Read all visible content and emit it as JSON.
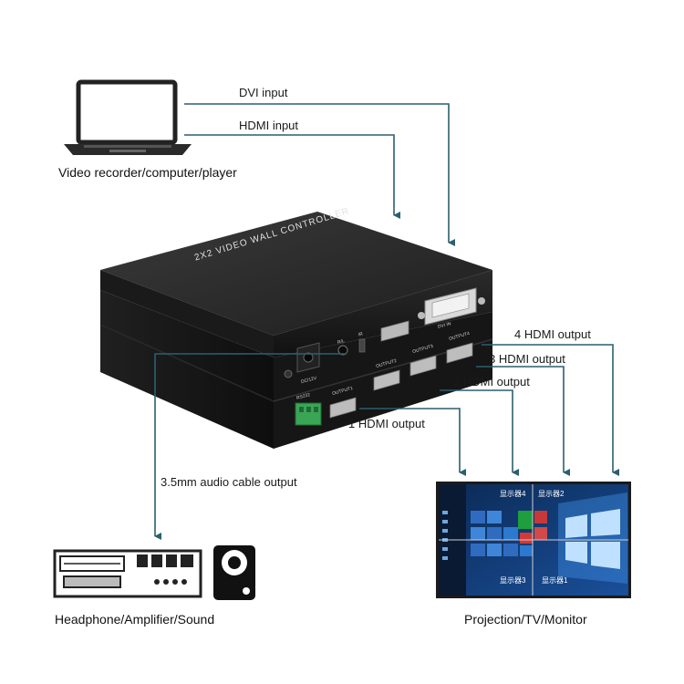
{
  "colors": {
    "connector_line": "#2c5f6e",
    "device_body": "#1c1c1c",
    "device_top": "#2a2a2a",
    "terminal_green": "#3aa655"
  },
  "icons": {
    "source": "laptop-icon",
    "audio": "amplifier-icon",
    "speaker": "speaker-icon",
    "display": "monitor-video-wall-icon"
  },
  "source": {
    "caption": "Video recorder/computer/player"
  },
  "inputs": {
    "dvi": "DVI input",
    "hdmi": "HDMI input"
  },
  "device": {
    "top_label": "2X2 VIDEO WALL CONTROLLER",
    "port_dvi": "DVI IN",
    "port_dc": "DC/12V",
    "port_rs232": "RS232",
    "port_rl": "R/L",
    "port_ir": "IR",
    "out1": "OUTPUT1",
    "out2": "OUTPUT2",
    "out3": "OUTPUT3",
    "out4": "OUTPUT4"
  },
  "outputs": {
    "out4": "4 HDMI output",
    "out3": "3 HDMI output",
    "out2": "2 HDMI output",
    "out1": "1 HDMI output",
    "audio": "3.5mm audio cable output"
  },
  "display": {
    "caption": "Projection/TV/Monitor",
    "screen4": "显示器4",
    "screen2": "显示器2",
    "screen3": "显示器3",
    "screen1": "显示器1"
  },
  "audio_device": {
    "caption": "Headphone/Amplifier/Sound"
  }
}
